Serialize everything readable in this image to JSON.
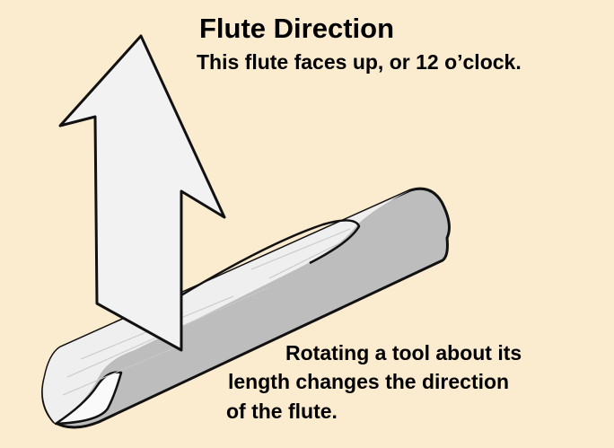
{
  "title": "Flute Direction",
  "subtitle": "This flute faces up, or 12 o’clock.",
  "caption": {
    "line1": "Rotating a tool about its",
    "line2": "length changes the direction",
    "line3": "of the flute."
  },
  "colors": {
    "background": "#fbebcf",
    "tool": "#bdbdbd",
    "flute": "#efefef",
    "arrow": "#f2f2f2"
  }
}
